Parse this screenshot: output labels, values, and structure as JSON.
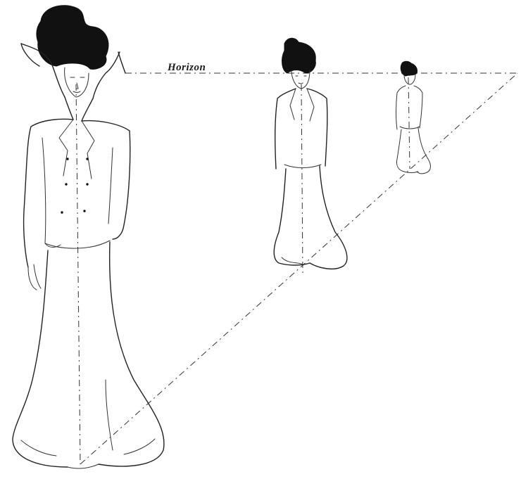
{
  "figure": {
    "horizon_label": "Horizon",
    "figures": [
      {
        "name": "foreground-woman"
      },
      {
        "name": "middle-woman"
      },
      {
        "name": "distant-woman"
      }
    ]
  }
}
